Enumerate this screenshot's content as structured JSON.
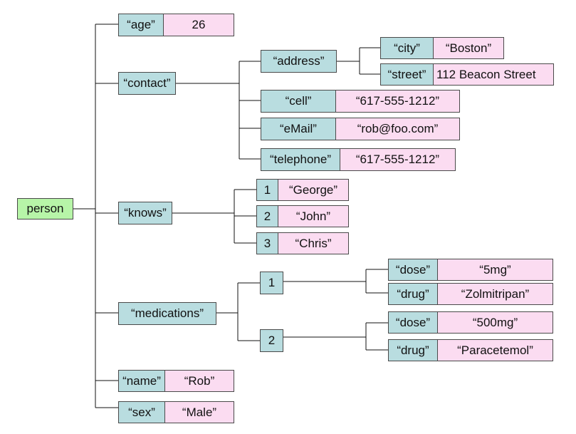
{
  "tree": {
    "root": "person",
    "age": {
      "key": "“age”",
      "value": "26"
    },
    "contact": {
      "key": "“contact”",
      "address": {
        "key": "“address”",
        "city": {
          "key": "“city”",
          "value": "“Boston”"
        },
        "street": {
          "key": "“street”",
          "value": "112 Beacon Street"
        }
      },
      "cell": {
        "key": "“cell”",
        "value": "“617-555-1212”"
      },
      "email": {
        "key": "“eMail”",
        "value": "“rob@foo.com”"
      },
      "telephone": {
        "key": "“telephone”",
        "value": "“617-555-1212”"
      }
    },
    "knows": {
      "key": "“knows”",
      "items": [
        {
          "index": "1",
          "value": "“George”"
        },
        {
          "index": "2",
          "value": "“John”"
        },
        {
          "index": "3",
          "value": "“Chris”"
        }
      ]
    },
    "medications": {
      "key": "“medications”",
      "items": [
        {
          "index": "1",
          "dose": {
            "key": "“dose”",
            "value": "“5mg”"
          },
          "drug": {
            "key": "“drug”",
            "value": "“Zolmitripan”"
          }
        },
        {
          "index": "2",
          "dose": {
            "key": "“dose”",
            "value": "“500mg”"
          },
          "drug": {
            "key": "“drug”",
            "value": "“Paracetemol”"
          }
        }
      ]
    },
    "name": {
      "key": "“name”",
      "value": "“Rob”"
    },
    "sex": {
      "key": "“sex”",
      "value": "“Male”"
    }
  },
  "colors": {
    "key_fill": "#b9dde0",
    "value_fill": "#fbdcf1",
    "root_fill": "#b7f5a8",
    "line": "#111111"
  }
}
